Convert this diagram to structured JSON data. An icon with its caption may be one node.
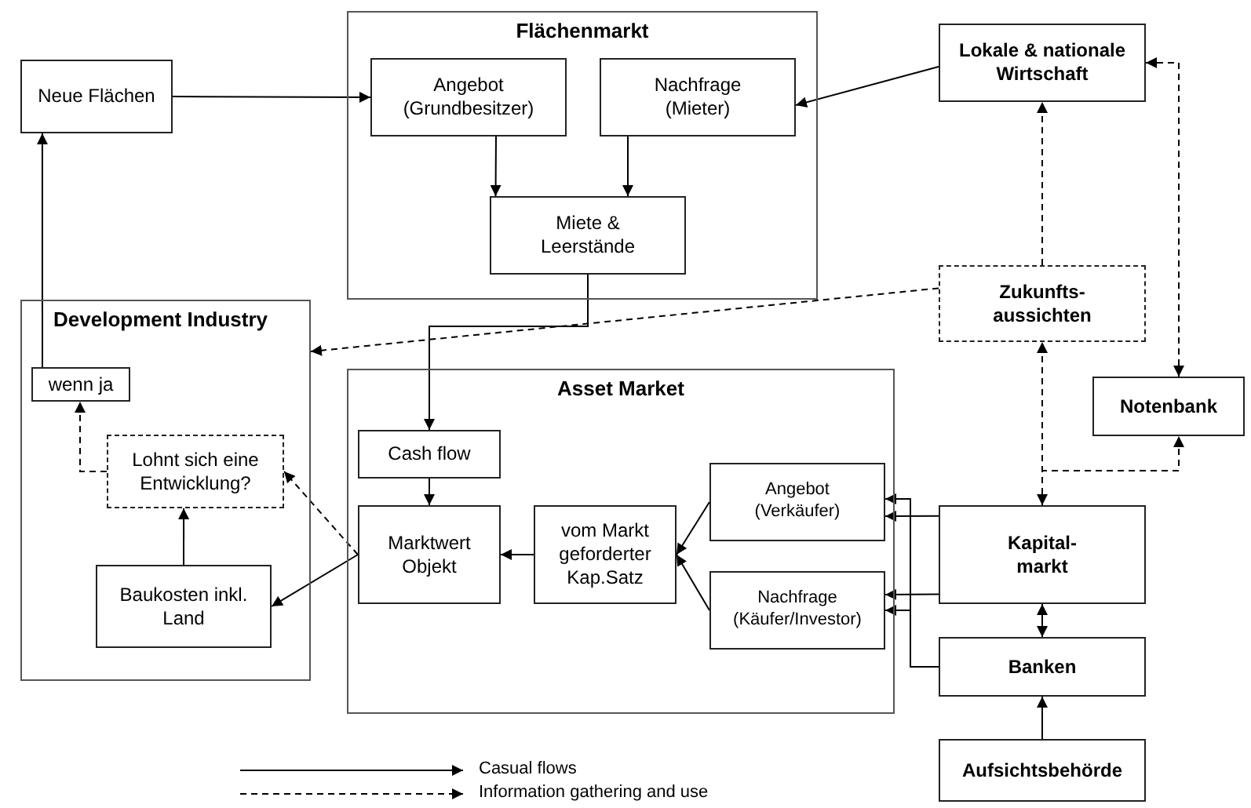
{
  "diagram": {
    "nodes": [
      {
        "text": [
          "Neue Flächen"
        ]
      },
      {
        "text": [
          "Flächenmarkt"
        ]
      },
      {
        "text": [
          "Angebot (Grundbesitzer)"
        ],
        "in": 1
      },
      {
        "text": [
          "Nachfrage (Mieter)"
        ],
        "in": 1
      },
      {
        "text": [
          "Miete & Leerstände"
        ],
        "in": 1
      },
      {
        "text": [
          "Lokale & nationale Wirtschaft"
        ]
      },
      {
        "text": [
          "Development Industry"
        ]
      },
      {
        "text": [
          "wenn ja"
        ],
        "in": 6
      },
      {
        "text": [
          "Lohnt sich eine Entwicklung?"
        ],
        "in": 6
      },
      {
        "text": [
          "Baukosten inkl. Land"
        ],
        "in": 6
      },
      {
        "text": [
          "Zukunfts- aussichten"
        ]
      },
      {
        "text": [
          "Asset Market"
        ]
      },
      {
        "text": [
          "Cash flow"
        ],
        "in": 11
      },
      {
        "text": [
          "Marktwert Objekt"
        ],
        "in": 11
      },
      {
        "text": [
          "vom Markt geforderter Kap.Satz"
        ],
        "in": 11
      },
      {
        "text": [
          "Angebot (Verkäufer)"
        ],
        "in": 11
      },
      {
        "text": [
          "Nachfrage (Käufer/Investor)"
        ],
        "in": 11
      },
      {
        "text": [
          "Notenbank"
        ]
      },
      {
        "text": [
          "Kapital- markt"
        ]
      },
      {
        "text": [
          "Banken"
        ]
      },
      {
        "text": [
          "Aufsichtsbehörde"
        ]
      }
    ],
    "edges": [
      {
        "from": 0,
        "to": 2,
        "arrow": "to"
      },
      {
        "from": 5,
        "to": 3,
        "arrow": "to"
      },
      {
        "from": 2,
        "to": 4,
        "arrow": "to"
      },
      {
        "from": 3,
        "to": 4,
        "arrow": "to"
      },
      {
        "from": 4,
        "to": 12,
        "arrow": "to"
      },
      {
        "from": 10,
        "to": 5,
        "arrow": "to",
        "style": "dashed"
      },
      {
        "from": 10,
        "to": 6,
        "arrow": "to",
        "style": "dashed"
      },
      {
        "from": 5,
        "to": 17,
        "arrow": "both",
        "style": "dashed"
      },
      {
        "from": 18,
        "to": 10,
        "arrow": "both",
        "style": "dashed"
      },
      {
        "from": 18,
        "to": 17,
        "arrow": "to",
        "style": "dashed"
      },
      {
        "from": 7,
        "to": 0,
        "arrow": "to"
      },
      {
        "from": 8,
        "to": 7,
        "arrow": "to",
        "style": "dashed"
      },
      {
        "from": 9,
        "to": 8,
        "arrow": "to"
      },
      {
        "from": 13,
        "to": 9,
        "arrow": "to"
      },
      {
        "from": 13,
        "to": 8,
        "arrow": "to",
        "style": "dashed"
      },
      {
        "from": 12,
        "to": 13,
        "arrow": "to"
      },
      {
        "from": 14,
        "to": 13,
        "arrow": "to"
      },
      {
        "from": 15,
        "to": 14,
        "arrow": "to"
      },
      {
        "from": 16,
        "to": 14,
        "arrow": "to"
      },
      {
        "from": 18,
        "to": 15,
        "arrow": "to"
      },
      {
        "from": 18,
        "to": 16,
        "arrow": "to"
      },
      {
        "from": 19,
        "to": 15,
        "arrow": "to"
      },
      {
        "from": 19,
        "to": 16,
        "arrow": "to"
      },
      {
        "from": 18,
        "to": 19,
        "arrow": "both"
      },
      {
        "from": 20,
        "to": 19,
        "arrow": "to"
      }
    ],
    "legend": [
      {
        "text": "Casual flows"
      },
      {
        "text": "Information gathering and use"
      }
    ]
  }
}
